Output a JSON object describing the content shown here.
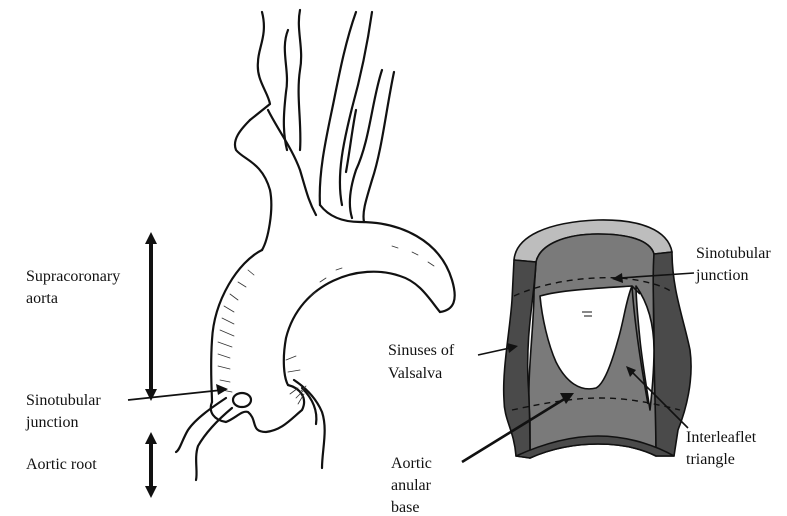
{
  "labels": {
    "supracoronary": [
      "Supracoronary",
      "aorta"
    ],
    "sinotubular_left": [
      "Sinotubular",
      "junction"
    ],
    "aortic_root": "Aortic root",
    "sinotubular_right": [
      "Sinotubular",
      "junction"
    ],
    "sinuses": [
      "Sinuses of",
      "Valsalva"
    ],
    "interleaflet": [
      "Interleaflet",
      "triangle"
    ],
    "anular_base": [
      "Aortic",
      "anular",
      "base"
    ]
  },
  "colors": {
    "ink": "#111111",
    "wall_dark": "#4a4a4a",
    "wall_mid": "#7a7a7a",
    "rim_light": "#bdbdbd",
    "inner_back": "#6e6e6e",
    "leaflet_white": "#ffffff"
  }
}
